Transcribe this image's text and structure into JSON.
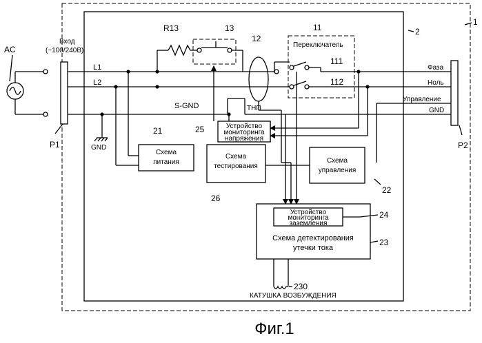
{
  "source": {
    "ac_label": "AC",
    "input_line1": "Вход",
    "input_line2": "(~100/240В)",
    "plug_label": "P1"
  },
  "lines": {
    "l1": "L1",
    "l2": "L2",
    "gnd": "GND",
    "s_gnd": "S-GND",
    "cable_label": "ТНП"
  },
  "blocks": {
    "power": {
      "line1": "Схема",
      "line2": "питания"
    },
    "testing": {
      "line1": "Схема",
      "line2": "тестирования"
    },
    "voltage_monitor": {
      "line1": "Устройство",
      "line2": "мониторинга",
      "line3": "напряжения"
    },
    "control": {
      "line1": "Схема",
      "line2": "управления"
    },
    "ground_monitor": {
      "line1": "Устройство",
      "line2": "мониторинга",
      "line3": "заземления"
    },
    "leakage": {
      "line1": "Схема детектирования",
      "line2": "утечки тока"
    },
    "switch_label": "Переключатель",
    "coil_label": "КАТУШКА ВОЗБУЖДЕНИЯ",
    "resistor_label": "R13"
  },
  "outputs": {
    "phase": "Фаза",
    "neutral": "Ноль",
    "control": "Управление",
    "gnd": "GND",
    "plug_label": "P2"
  },
  "refs": {
    "r1": "1",
    "r2": "2",
    "r11": "11",
    "r12": "12",
    "r13": "13",
    "r21": "21",
    "r22": "22",
    "r23": "23",
    "r24": "24",
    "r25": "25",
    "r26": "26",
    "r111": "111",
    "r112": "112",
    "r230": "230"
  },
  "caption": "Фиг.1"
}
